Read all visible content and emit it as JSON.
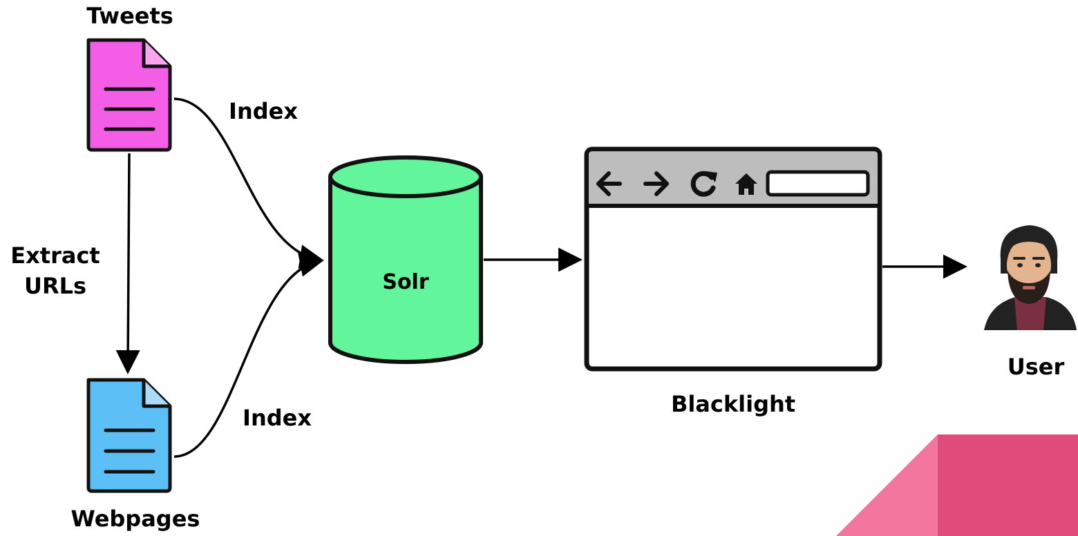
{
  "nodes": {
    "tweets": {
      "label": "Tweets",
      "color": "#f45ee6"
    },
    "webpages": {
      "label": "Webpages",
      "color": "#5cbff5"
    },
    "solr": {
      "label": "Solr",
      "color": "#62f59b"
    },
    "blacklight": {
      "label": "Blacklight",
      "toolbar_color": "#bdbdbd"
    },
    "user": {
      "label": "User"
    }
  },
  "edges": {
    "tweets_to_solr": {
      "label": "Index"
    },
    "webpages_to_solr": {
      "label": "Index"
    },
    "tweets_to_webpages": {
      "label_line1": "Extract",
      "label_line2": "URLs"
    }
  },
  "browser_icons": [
    "back-arrow-icon",
    "forward-arrow-icon",
    "reload-icon",
    "home-icon",
    "address-bar"
  ],
  "decoration": {
    "accent_light": "#f2769d",
    "accent_dark": "#df4c7c"
  }
}
